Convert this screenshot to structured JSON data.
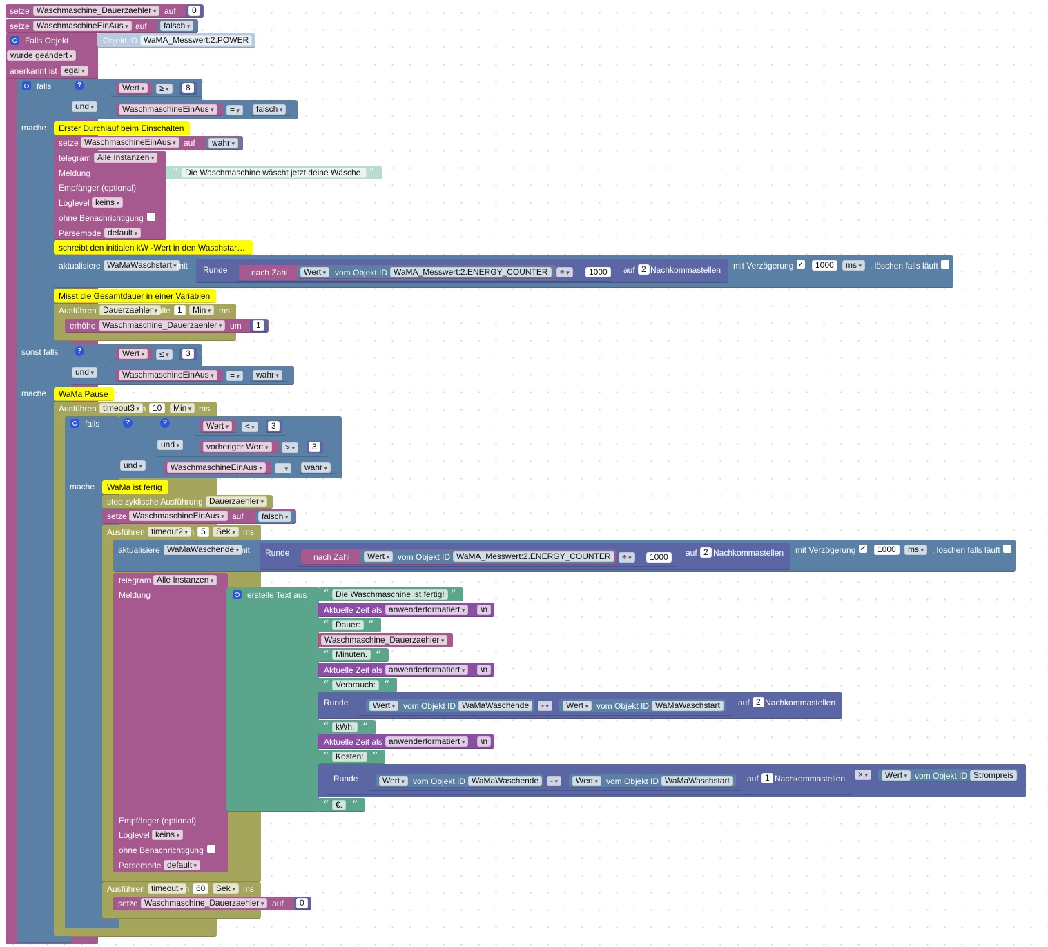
{
  "kw": {
    "setze": "setze",
    "auf": "auf",
    "falls_objekt": "Falls Objekt",
    "objekt_id": "Objekt ID",
    "wurde_geaendert": "wurde geändert",
    "anerkannt_ist": "anerkannt ist",
    "falls": "falls",
    "und": "und",
    "mache": "mache",
    "sonst_falls": "sonst falls",
    "telegram": "telegram",
    "meldung": "Meldung",
    "empfaenger": "Empfänger (optional)",
    "loglevel": "Loglevel",
    "ohne_benachrichtigung": "ohne Benachrichtigung",
    "parsemode": "Parsemode",
    "aktualisiere": "aktualisiere",
    "mit": "mit",
    "runde": "Runde",
    "nach_zahl": "nach Zahl",
    "vom_objekt_id": "vom Objekt ID",
    "nachkommastellen": "Nachkommastellen",
    "mit_verzoegerung": "mit Verzögerung",
    "loeschen_falls_laeuft": ", löschen falls läuft",
    "ausfuehren": "Ausführen",
    "alle": "alle",
    "in": "in",
    "ms": "ms",
    "erhoehe": "erhöhe",
    "um": "um",
    "stop_zyklisch": "stop zyklische Ausführung",
    "erstelle_text_aus": "erstelle Text aus",
    "aktuelle_zeit_als": "Aktuelle Zeit als",
    "open_quote": "“",
    "close_quote": "”",
    "check": "✓"
  },
  "values": {
    "dauerzaehler_var": "Waschmaschine_Dauerzaehler",
    "einaus_var": "WaschmaschineEinAus",
    "zero": "0",
    "falsch": "falsch",
    "wahr": "wahr",
    "power_id": "WaMA_Messwert:2.POWER",
    "egal": "egal",
    "wert": "Wert",
    "vorheriger_wert": "vorheriger Wert",
    "ge": "≥",
    "le": "≤",
    "gt": ">",
    "eq": "=",
    "eight": "8",
    "three": "3",
    "alle_instanzen": "Alle Instanzen",
    "keins": "keins",
    "default": "default",
    "wama_waschstart": "WaMaWaschstart",
    "wama_waschende": "WaMaWaschende",
    "energy_id": "WaMA_Messwert:2.ENERGY_COUNTER",
    "div": "÷",
    "minus": "-",
    "times": "×",
    "thousand": "1000",
    "two": "2",
    "one": "1",
    "ms_unit": "ms",
    "dauerzaehler_timer": "Dauerzaehler",
    "min": "Min",
    "sek": "Sek",
    "timeout3": "timeout3",
    "timeout2": "timeout2",
    "timeout": "timeout",
    "ten": "10",
    "five": "5",
    "sixty": "60",
    "strompreis": "Strompreis",
    "anwenderformatiert": "anwenderformatiert",
    "newline": "\\n"
  },
  "comments": {
    "c1": "Erster Durchlauf beim Einschalten",
    "c2": "schreibt den initialen kW -Wert in den Waschstar…",
    "c3": "Misst die Gesamtdauer in einer Variablen",
    "c4": "WaMa Pause",
    "c5": "WaMa ist fertig"
  },
  "messages": {
    "start_msg": "Die Waschmaschine wäscht jetzt deine Wäsche.",
    "done_msg": "Die Waschmaschine ist fertig!",
    "dauer": "Dauer:",
    "minuten": "Minuten.",
    "verbrauch": "Verbrauch:",
    "kwh": "kWh.",
    "kosten": "Kosten:",
    "euro": "€."
  },
  "colors": {
    "variable": "#a5598f",
    "logic": "#5b80a5",
    "math": "#5b67a5",
    "text": "#5ba58c",
    "timer": "#a5a55b",
    "time": "#8b4ea5",
    "comment": "#ffff00"
  }
}
